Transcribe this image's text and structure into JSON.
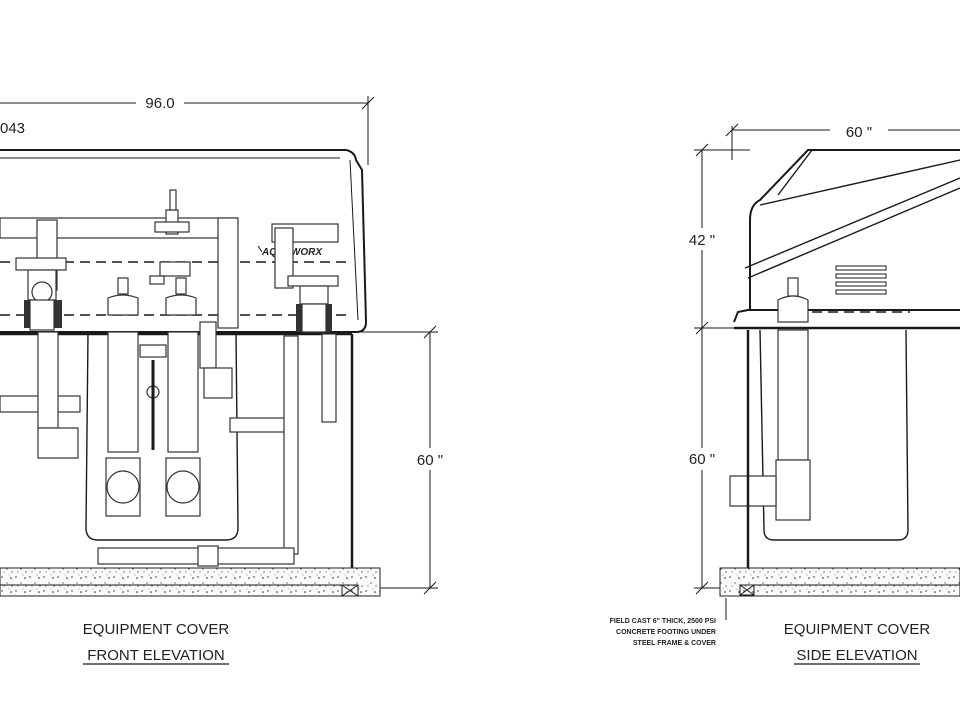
{
  "front_view": {
    "dim_width": "96.0",
    "dim_partial": "043",
    "dim_height": "60 \"",
    "brand_logo": "AQUAWORX",
    "caption_line1": "EQUIPMENT COVER",
    "caption_line2": "FRONT ELEVATION"
  },
  "side_view": {
    "dim_width": "60 \"",
    "dim_cover_height": "42 \"",
    "dim_base_height": "60 \"",
    "caption_line1": "EQUIPMENT COVER",
    "caption_line2": "SIDE ELEVATION"
  },
  "footing_note": {
    "line1": "FIELD CAST 6\" THICK, 2500 PSI",
    "line2": "CONCRETE FOOTING UNDER",
    "line3": "STEEL FRAME & COVER"
  }
}
